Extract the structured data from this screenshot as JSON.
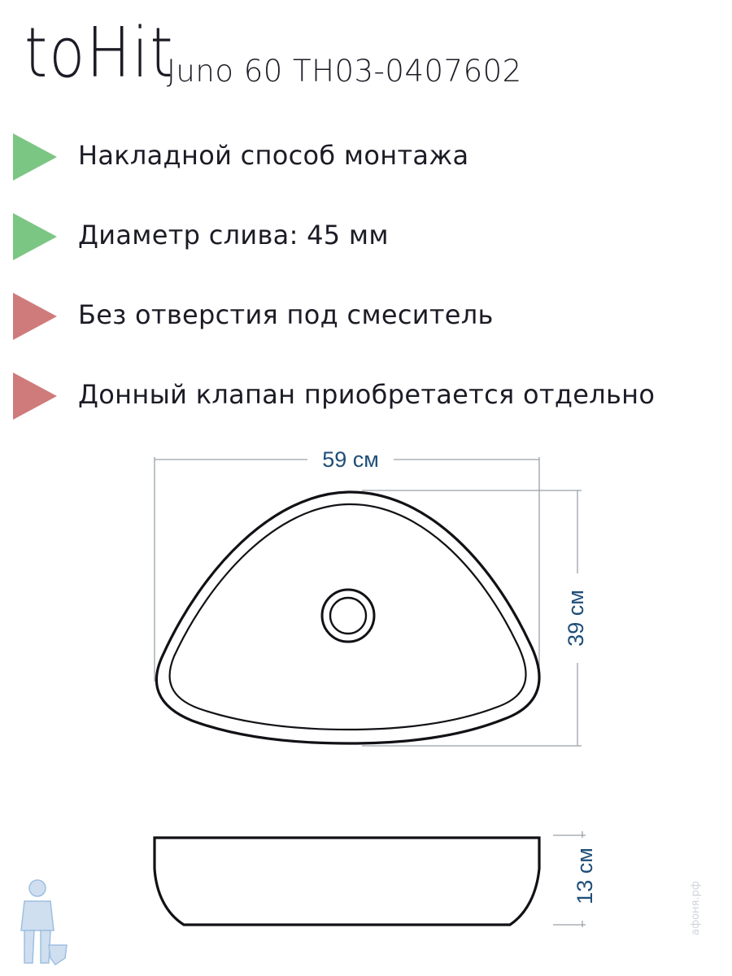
{
  "brand": {
    "logo_text": "toHit"
  },
  "product": {
    "title": "Juno 60 TH03-0407602"
  },
  "features": [
    {
      "text": "Накладной способ монтажа",
      "status": "positive",
      "color": "#7cc684"
    },
    {
      "text": "Диаметр слива: 45 мм",
      "status": "positive",
      "color": "#7cc684"
    },
    {
      "text": "Без отверстия под смеситель",
      "status": "negative",
      "color": "#cf7b7b"
    },
    {
      "text": "Донный клапан приобретается отдельно",
      "status": "negative",
      "color": "#cf7b7b"
    }
  ],
  "dimensions": {
    "width_label": "59 см",
    "depth_label": "39 см",
    "height_label": "13 см",
    "label_color": "#1f4e79"
  },
  "watermark": {
    "text": "афоня.рф",
    "icon": "plumber-mascot-icon"
  }
}
